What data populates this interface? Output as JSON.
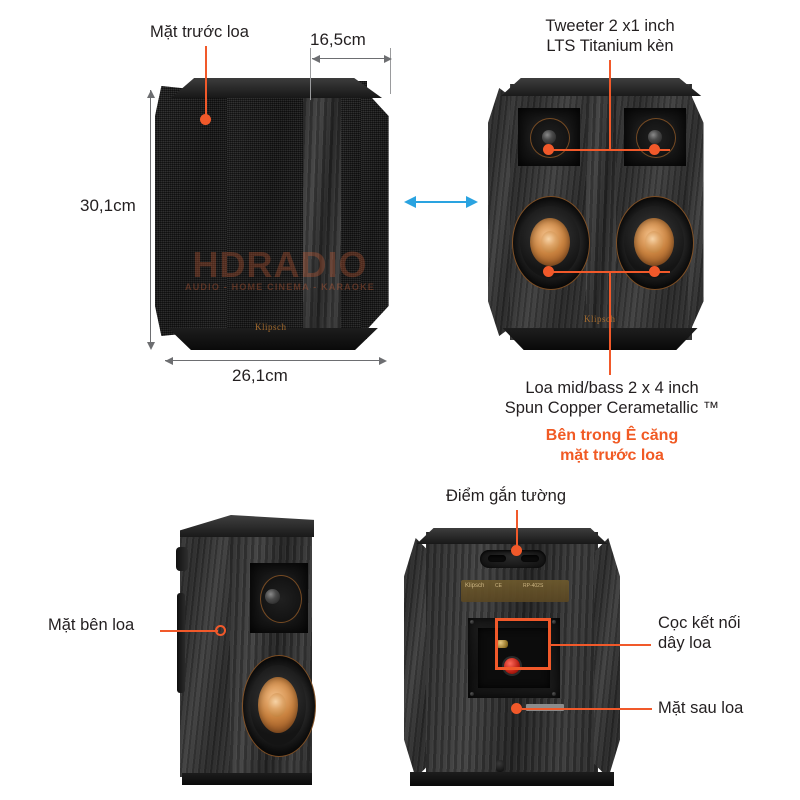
{
  "page": {
    "title": "Klipsch surround speaker annotated diagram",
    "background": "#ffffff",
    "accent_orange": "#f1592a",
    "accent_blue": "#2aa3e0",
    "dimension_gray": "#6d6e71"
  },
  "watermark": {
    "line1": "HDRADIO",
    "line2": "AUDIO - HOME CINEMA - KARAOKE"
  },
  "brand": {
    "name": "Klipsch"
  },
  "callouts": {
    "front_face": "Mặt trước loa",
    "tweeter": "Tweeter 2 x1 inch\nLTS Titanium kèn",
    "midbass": "Loa mid/bass 2 x 4 inch\nSpun Copper Cerametallic ™",
    "grille_note": "Bên trong Ê căng\nmặt trước loa",
    "wall_mount": "Điểm gắn tường",
    "side_face": "Mặt bên loa",
    "binding_post": "Cọc kết nối\ndây loa",
    "rear_face": "Mặt sau loa"
  },
  "dimensions": {
    "width_top": "16,5cm",
    "height_left": "30,1cm",
    "width_bottom": "26,1cm"
  },
  "rear_label": {
    "brand": "Klipsch",
    "model": "RP-402S",
    "marks": "CE"
  },
  "views": [
    {
      "id": "front-grille",
      "name": "Front view with grille"
    },
    {
      "id": "front-open",
      "name": "Front view drivers exposed"
    },
    {
      "id": "side",
      "name": "Side view"
    },
    {
      "id": "rear",
      "name": "Rear view"
    }
  ]
}
